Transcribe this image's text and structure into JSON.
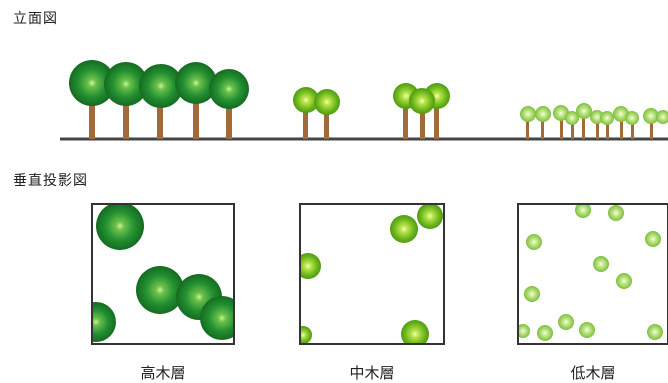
{
  "sections": {
    "elevation_title": "立面図",
    "plan_title": "垂直投影図"
  },
  "layers": {
    "tall": {
      "label": "高木層"
    },
    "mid": {
      "label": "中木層"
    },
    "low": {
      "label": "低木層"
    }
  },
  "colors": {
    "tall_canopy": "#1f8a2a",
    "tall_center": "#a8e07a",
    "mid_canopy": "#74c11f",
    "mid_center": "#e4f7a0",
    "low_canopy": "#9bd35a",
    "low_center": "#eefbd0",
    "trunk": "#a06a3a",
    "ground": "#444444",
    "box_border": "#333333"
  }
}
